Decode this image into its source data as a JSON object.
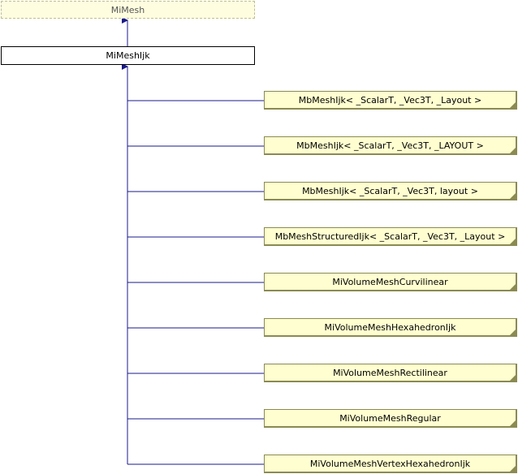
{
  "diagram": {
    "base_class": "MiMesh",
    "main_class": "MiMeshIjk",
    "derived_classes": [
      "MbMeshIjk< _ScalarT, _Vec3T, _Layout >",
      "MbMeshIjk< _ScalarT, _Vec3T, _LAYOUT >",
      "MbMeshIjk< _ScalarT, _Vec3T, layout >",
      "MbMeshStructuredIjk< _ScalarT, _Vec3T, _Layout >",
      "MiVolumeMeshCurvilinear",
      "MiVolumeMeshHexahedronIjk",
      "MiVolumeMeshRectilinear",
      "MiVolumeMeshRegular",
      "MiVolumeMeshVertexHexahedronIjk"
    ]
  },
  "colors": {
    "edge": "#1a1a8c",
    "base_fill": "#fffde0",
    "child_fill": "#fffed0"
  }
}
